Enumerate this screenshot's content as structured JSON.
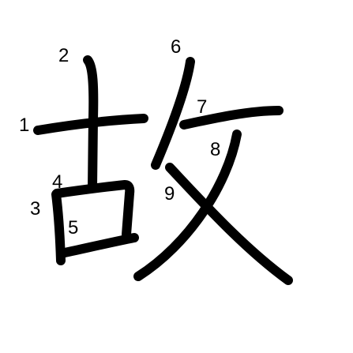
{
  "character": "故",
  "stroke_color": "#000000",
  "background_color": "#ffffff",
  "strokes": [
    {
      "order": 1,
      "label": "1"
    },
    {
      "order": 2,
      "label": "2"
    },
    {
      "order": 3,
      "label": "3"
    },
    {
      "order": 4,
      "label": "4"
    },
    {
      "order": 5,
      "label": "5"
    },
    {
      "order": 6,
      "label": "6"
    },
    {
      "order": 7,
      "label": "7"
    },
    {
      "order": 8,
      "label": "8"
    },
    {
      "order": 9,
      "label": "9"
    }
  ]
}
